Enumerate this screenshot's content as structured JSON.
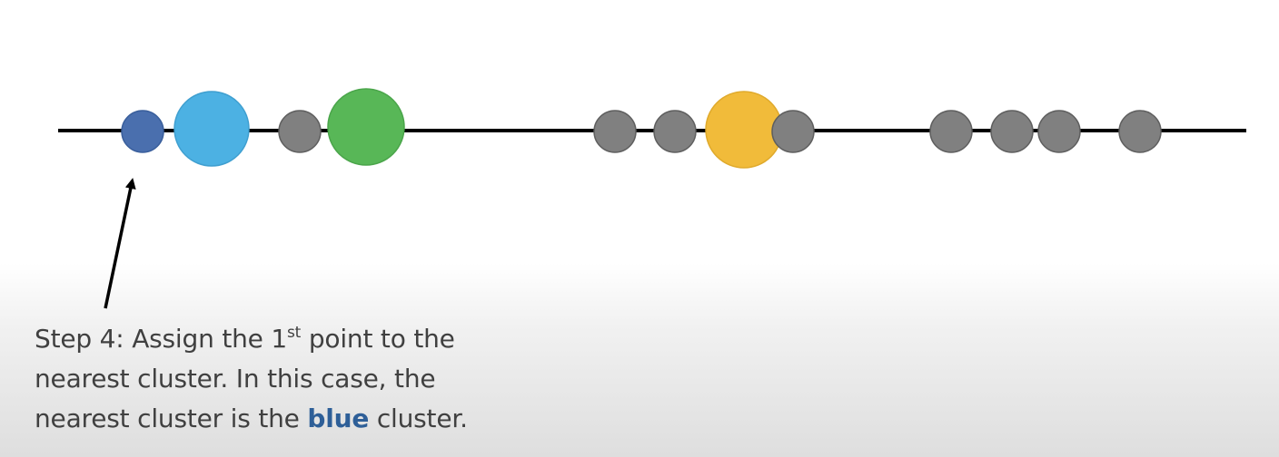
{
  "caption": {
    "line1_a": "Step 4: Assign the 1",
    "line1_sup": "st",
    "line1_b": " point to the",
    "line2": "nearest cluster. In this case, the",
    "line3_a": "nearest cluster is the ",
    "line3_highlight": "blue",
    "line3_b": " cluster."
  },
  "colors": {
    "line": "#000000",
    "point_gray": "#808080",
    "current_point": "#4a6fae",
    "cluster_blue": "#4cb1e3",
    "cluster_green": "#58b757",
    "cluster_orange": "#f1bb3a",
    "highlight_text": "#2e5f98",
    "caption_text": "#404040"
  },
  "points": [
    {
      "role": "current-point",
      "color_key": "current_point"
    },
    {
      "role": "cluster-blue",
      "color_key": "cluster_blue"
    },
    {
      "role": "point",
      "color_key": "point_gray"
    },
    {
      "role": "cluster-green",
      "color_key": "cluster_green"
    },
    {
      "role": "point",
      "color_key": "point_gray"
    },
    {
      "role": "point",
      "color_key": "point_gray"
    },
    {
      "role": "cluster-orange",
      "color_key": "cluster_orange"
    },
    {
      "role": "point",
      "color_key": "point_gray"
    },
    {
      "role": "point",
      "color_key": "point_gray"
    },
    {
      "role": "point",
      "color_key": "point_gray"
    },
    {
      "role": "point",
      "color_key": "point_gray"
    },
    {
      "role": "point",
      "color_key": "point_gray"
    }
  ]
}
